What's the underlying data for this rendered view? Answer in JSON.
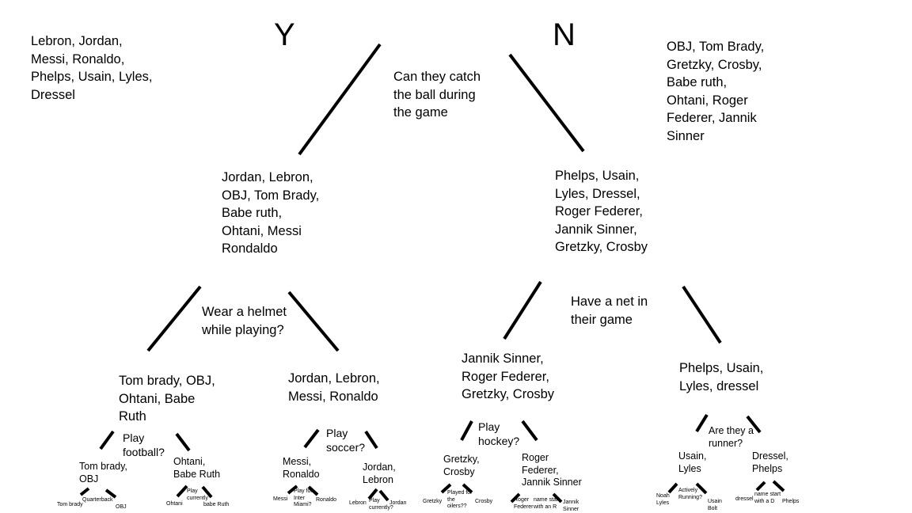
{
  "labels": {
    "yes": "Y",
    "no": "N"
  },
  "root": {
    "yes_list": "Lebron, Jordan,\nMessi, Ronaldo,\nPhelps, Usain, Lyles,\nDressel",
    "no_list": "OBJ, Tom Brady,\nGretzky, Crosby,\nBabe ruth,\nOhtani, Roger\nFederer, Jannik\nSinner",
    "question": "Can they catch\nthe ball during\nthe game"
  },
  "level1": {
    "left_group": "Jordan, Lebron,\nOBJ, Tom Brady,\nBabe ruth,\nOhtani, Messi\nRondaldo",
    "right_group": "Phelps, Usain,\nLyles, Dressel,\nRoger Federer,\nJannik Sinner,\nGretzky, Crosby",
    "left_question": "Wear a helmet\nwhile playing?",
    "right_question": "Have a net in\ntheir game"
  },
  "level2": {
    "g1": "Tom brady, OBJ,\nOhtani, Babe\nRuth",
    "g2": "Jordan, Lebron,\nMessi, Ronaldo",
    "g3": "Jannik Sinner,\nRoger Federer,\nGretzky, Crosby",
    "g4": "Phelps, Usain,\nLyles, dressel",
    "q1": "Play\nfootball?",
    "q2": "Play\nsoccer?",
    "q3": "Play\nhockey?",
    "q4": "Are they a\nrunner?"
  },
  "level3": {
    "a": "Tom brady,\nOBJ",
    "b": "Ohtani,\nBabe Ruth",
    "c": "Messi,\nRonaldo",
    "d": "Jordan,\nLebron",
    "e": "Gretzky,\nCrosby",
    "f": "Roger\nFederer,\nJannik Sinner",
    "g": "Usain,\nLyles",
    "h": "Dressel,\nPhelps"
  },
  "leaves": {
    "tom_brady": "Tom brady",
    "quarterback": "Quarterback",
    "obj": "OBJ",
    "ohtani": "Ohtani",
    "play_currently_1": "Play\ncurrently",
    "babe_ruth": "babe Ruth",
    "messi": "Messi",
    "play_for_inter_miami": "Play for\nInter\nMiami?",
    "ronaldo": "Ronaldo",
    "lebron": "Lebron",
    "play_currently_2": "Play\ncurrently?",
    "jordan": "Jordan",
    "gretzky": "Gretzky",
    "played_for_oilers": "Played for\nthe\noilers??",
    "crosby": "Crosby",
    "roger_federer": "Roger\nFederer",
    "name_start_r": "name start\nwith an R",
    "jannik_sinner": "Jannik\nSinner",
    "noah_lyles": "Noah\nLyles",
    "actively_running": "Actively\nRunning?",
    "usain_bolt": "Usain\nBolt",
    "dressel": "dressel",
    "name_start_d": "name start\nwith a D",
    "phelps": "Phelps"
  }
}
